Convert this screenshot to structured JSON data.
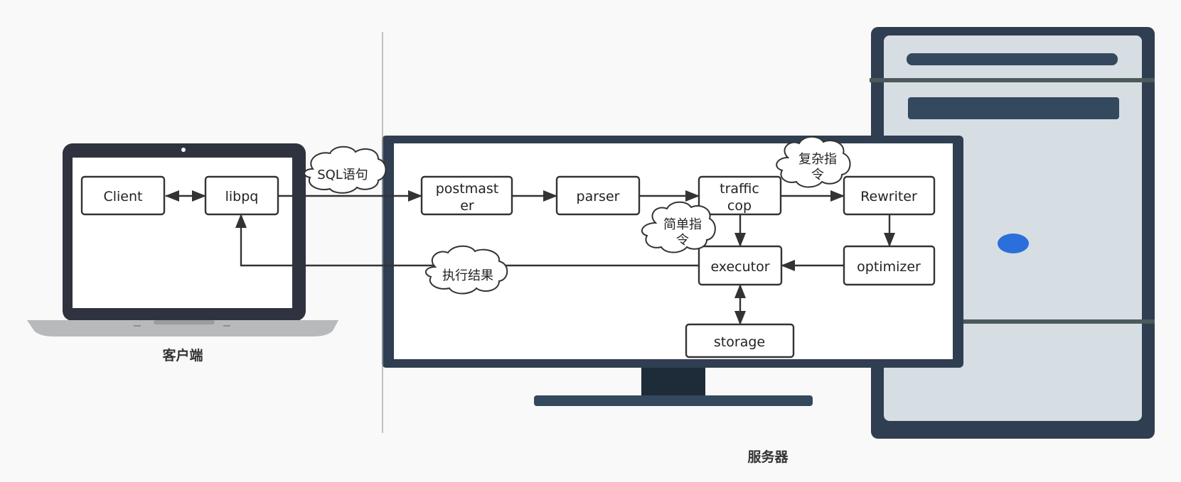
{
  "client_side": {
    "caption": "客户端",
    "nodes": {
      "client": "Client",
      "libpq": "libpq"
    }
  },
  "server_side": {
    "caption": "服务器",
    "nodes": {
      "postmaster_line1": "postmast",
      "postmaster_line2": "er",
      "parser": "parser",
      "traffic_cop_line1": "traffic",
      "traffic_cop_line2": "cop",
      "rewriter": "Rewriter",
      "executor": "executor",
      "optimizer": "optimizer",
      "storage": "storage"
    }
  },
  "annotations": {
    "sql_statement": "SQL语句",
    "complex_cmd_line1": "复杂指",
    "complex_cmd_line2": "令",
    "simple_cmd_line1": "简单指",
    "simple_cmd_line2": "令",
    "exec_result": "执行结果"
  },
  "colors": {
    "device_dark": "#2f3e50",
    "server_panel": "#d6dde3",
    "server_led": "#2a6fdb",
    "laptop_bezel": "#2f3340",
    "laptop_base": "#b7b9bb",
    "stroke": "#333333"
  }
}
